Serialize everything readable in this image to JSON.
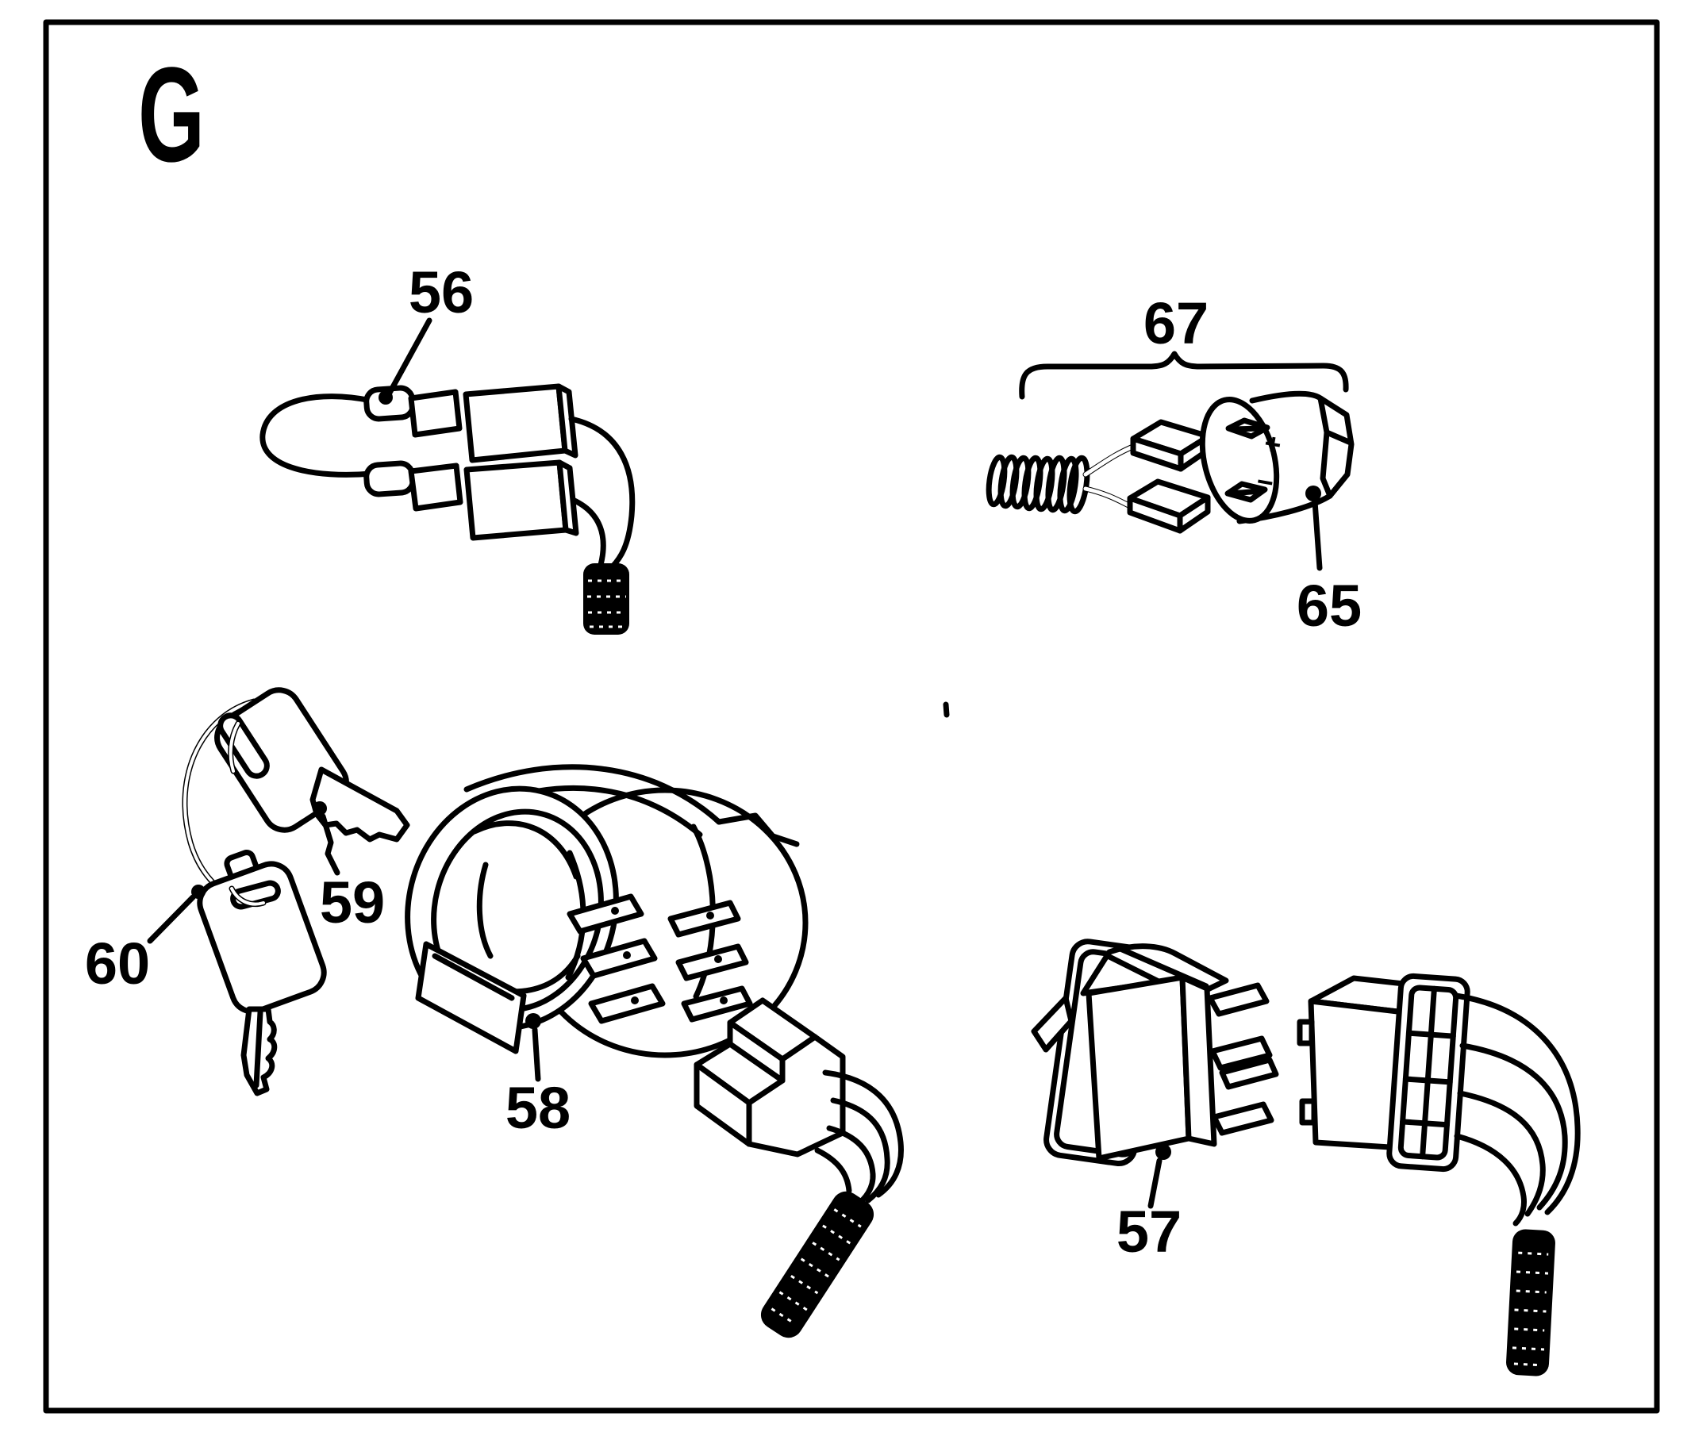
{
  "diagram": {
    "section_letter": "G",
    "colors": {
      "line": "#000000",
      "background": "#ffffff"
    },
    "callouts": [
      {
        "label": "56"
      },
      {
        "label": "67"
      },
      {
        "label": "65"
      },
      {
        "label": "59"
      },
      {
        "label": "60"
      },
      {
        "label": "58"
      },
      {
        "label": "57"
      }
    ],
    "polarity": {
      "plus": "+",
      "minus": "−"
    }
  }
}
